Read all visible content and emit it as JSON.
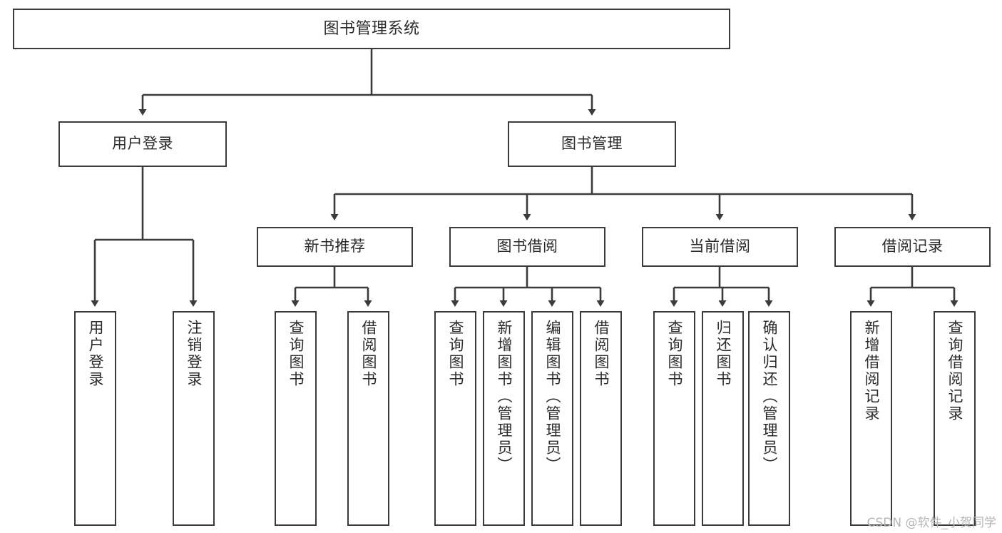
{
  "diagram": {
    "type": "tree",
    "title": "图书管理系统",
    "watermark": "CSDN @软件_小贺同学",
    "line_color": "#3b3b3b",
    "box_fill": "#ffffff",
    "text_color": "#2b2b2b",
    "nodes": {
      "root": {
        "label": "图书管理系统"
      },
      "login": {
        "label": "用户登录"
      },
      "book_manage": {
        "label": "图书管理"
      },
      "new_book_rec": {
        "label": "新书推荐"
      },
      "book_borrow": {
        "label": "图书借阅"
      },
      "current_borrow": {
        "label": "当前借阅"
      },
      "borrow_record": {
        "label": "借阅记录"
      },
      "leaf_user_login": {
        "label": "用户登录"
      },
      "leaf_logout": {
        "label": "注销登录"
      },
      "leaf_query_book_1": {
        "label": "查询图书"
      },
      "leaf_borrow_book_1": {
        "label": "借阅图书"
      },
      "leaf_query_book_2": {
        "label": "查询图书"
      },
      "leaf_add_book": {
        "label": "新增图书（管理员）"
      },
      "leaf_edit_book": {
        "label": "编辑图书（管理员）"
      },
      "leaf_borrow_book_2": {
        "label": "借阅图书"
      },
      "leaf_query_book_3": {
        "label": "查询图书"
      },
      "leaf_return_book": {
        "label": "归还图书"
      },
      "leaf_confirm_return": {
        "label": "确认归还（管理员）"
      },
      "leaf_add_record": {
        "label": "新增借阅记录"
      },
      "leaf_query_record": {
        "label": "查询借阅记录"
      }
    },
    "edges": [
      {
        "from": "root",
        "to": "login"
      },
      {
        "from": "root",
        "to": "book_manage"
      },
      {
        "from": "book_manage",
        "to": "new_book_rec"
      },
      {
        "from": "book_manage",
        "to": "book_borrow"
      },
      {
        "from": "book_manage",
        "to": "current_borrow"
      },
      {
        "from": "book_manage",
        "to": "borrow_record"
      },
      {
        "from": "login",
        "to": "leaf_user_login"
      },
      {
        "from": "login",
        "to": "leaf_logout"
      },
      {
        "from": "new_book_rec",
        "to": "leaf_query_book_1"
      },
      {
        "from": "new_book_rec",
        "to": "leaf_borrow_book_1"
      },
      {
        "from": "book_borrow",
        "to": "leaf_query_book_2"
      },
      {
        "from": "book_borrow",
        "to": "leaf_add_book"
      },
      {
        "from": "book_borrow",
        "to": "leaf_edit_book"
      },
      {
        "from": "book_borrow",
        "to": "leaf_borrow_book_2"
      },
      {
        "from": "current_borrow",
        "to": "leaf_query_book_3"
      },
      {
        "from": "current_borrow",
        "to": "leaf_return_book"
      },
      {
        "from": "current_borrow",
        "to": "leaf_confirm_return"
      },
      {
        "from": "borrow_record",
        "to": "leaf_add_record"
      },
      {
        "from": "borrow_record",
        "to": "leaf_query_record"
      }
    ]
  }
}
